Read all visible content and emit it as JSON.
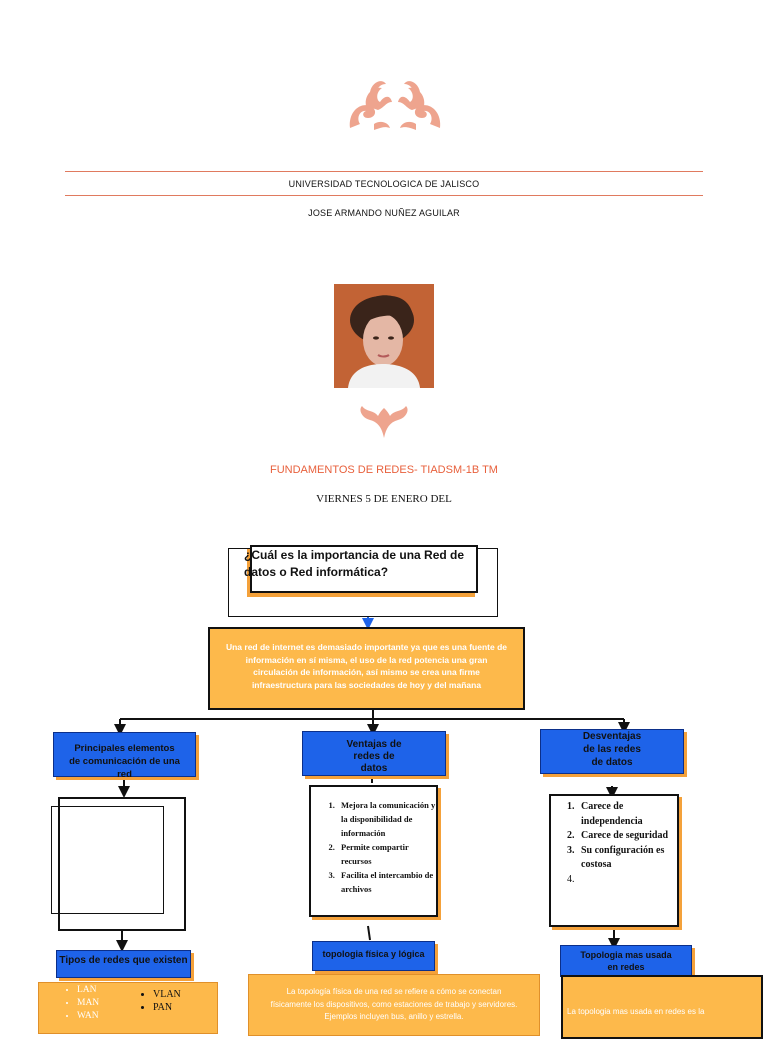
{
  "header": {
    "university": "UNIVERSIDAD TECNOLOGICA DE JALISCO",
    "author": "JOSE ARMANDO NUÑEZ AGUILAR"
  },
  "course": "FUNDAMENTOS DE REDES- TIADSM-1B TM",
  "date": "VIERNES 5 DE ENERO DEL",
  "map": {
    "question": "¿Cuál es la importancia de una Red de datos o Red informática?",
    "answer": "Una red de internet es demasiado importante ya que es una fuente de información en sí misma, el uso de la red potencia una gran circulación de información, así mismo se crea una firme infraestructura para las sociedades de hoy y del mañana",
    "branch_left": "Principales elementos de comunicación de una red",
    "branch_mid": "Ventajas de redes de datos",
    "branch_right": "Desventajas de las redes de datos",
    "ventajas": [
      "Mejora la comunicación y la disponibilidad de información",
      "Permite compartir recursos",
      "Facilita el intercambio de archivos"
    ],
    "desventajas": [
      "Carece de independencia",
      "Carece de seguridad",
      "Su configuración es costosa",
      ""
    ],
    "tipos_label": "Tipos de redes que existen",
    "tipos_col1": [
      "LAN",
      "MAN",
      "WAN"
    ],
    "tipos_col2": [
      "VLAN",
      "PAN"
    ],
    "topologia_label": "topologia física y lógica",
    "topologia_text": "La topología física de una red se refiere a cómo se conectan físicamente los dispositivos, como estaciones de trabajo y servidores. Ejemplos incluyen bus, anillo y estrella.",
    "mas_usada_label": "Topologia mas usada en redes",
    "mas_usada_text": "La topologia mas usada en redes es la"
  },
  "colors": {
    "accent": "#e8603c",
    "blue": "#1e63e9",
    "orange": "#fdb94b",
    "shadow": "#f4a13a"
  }
}
